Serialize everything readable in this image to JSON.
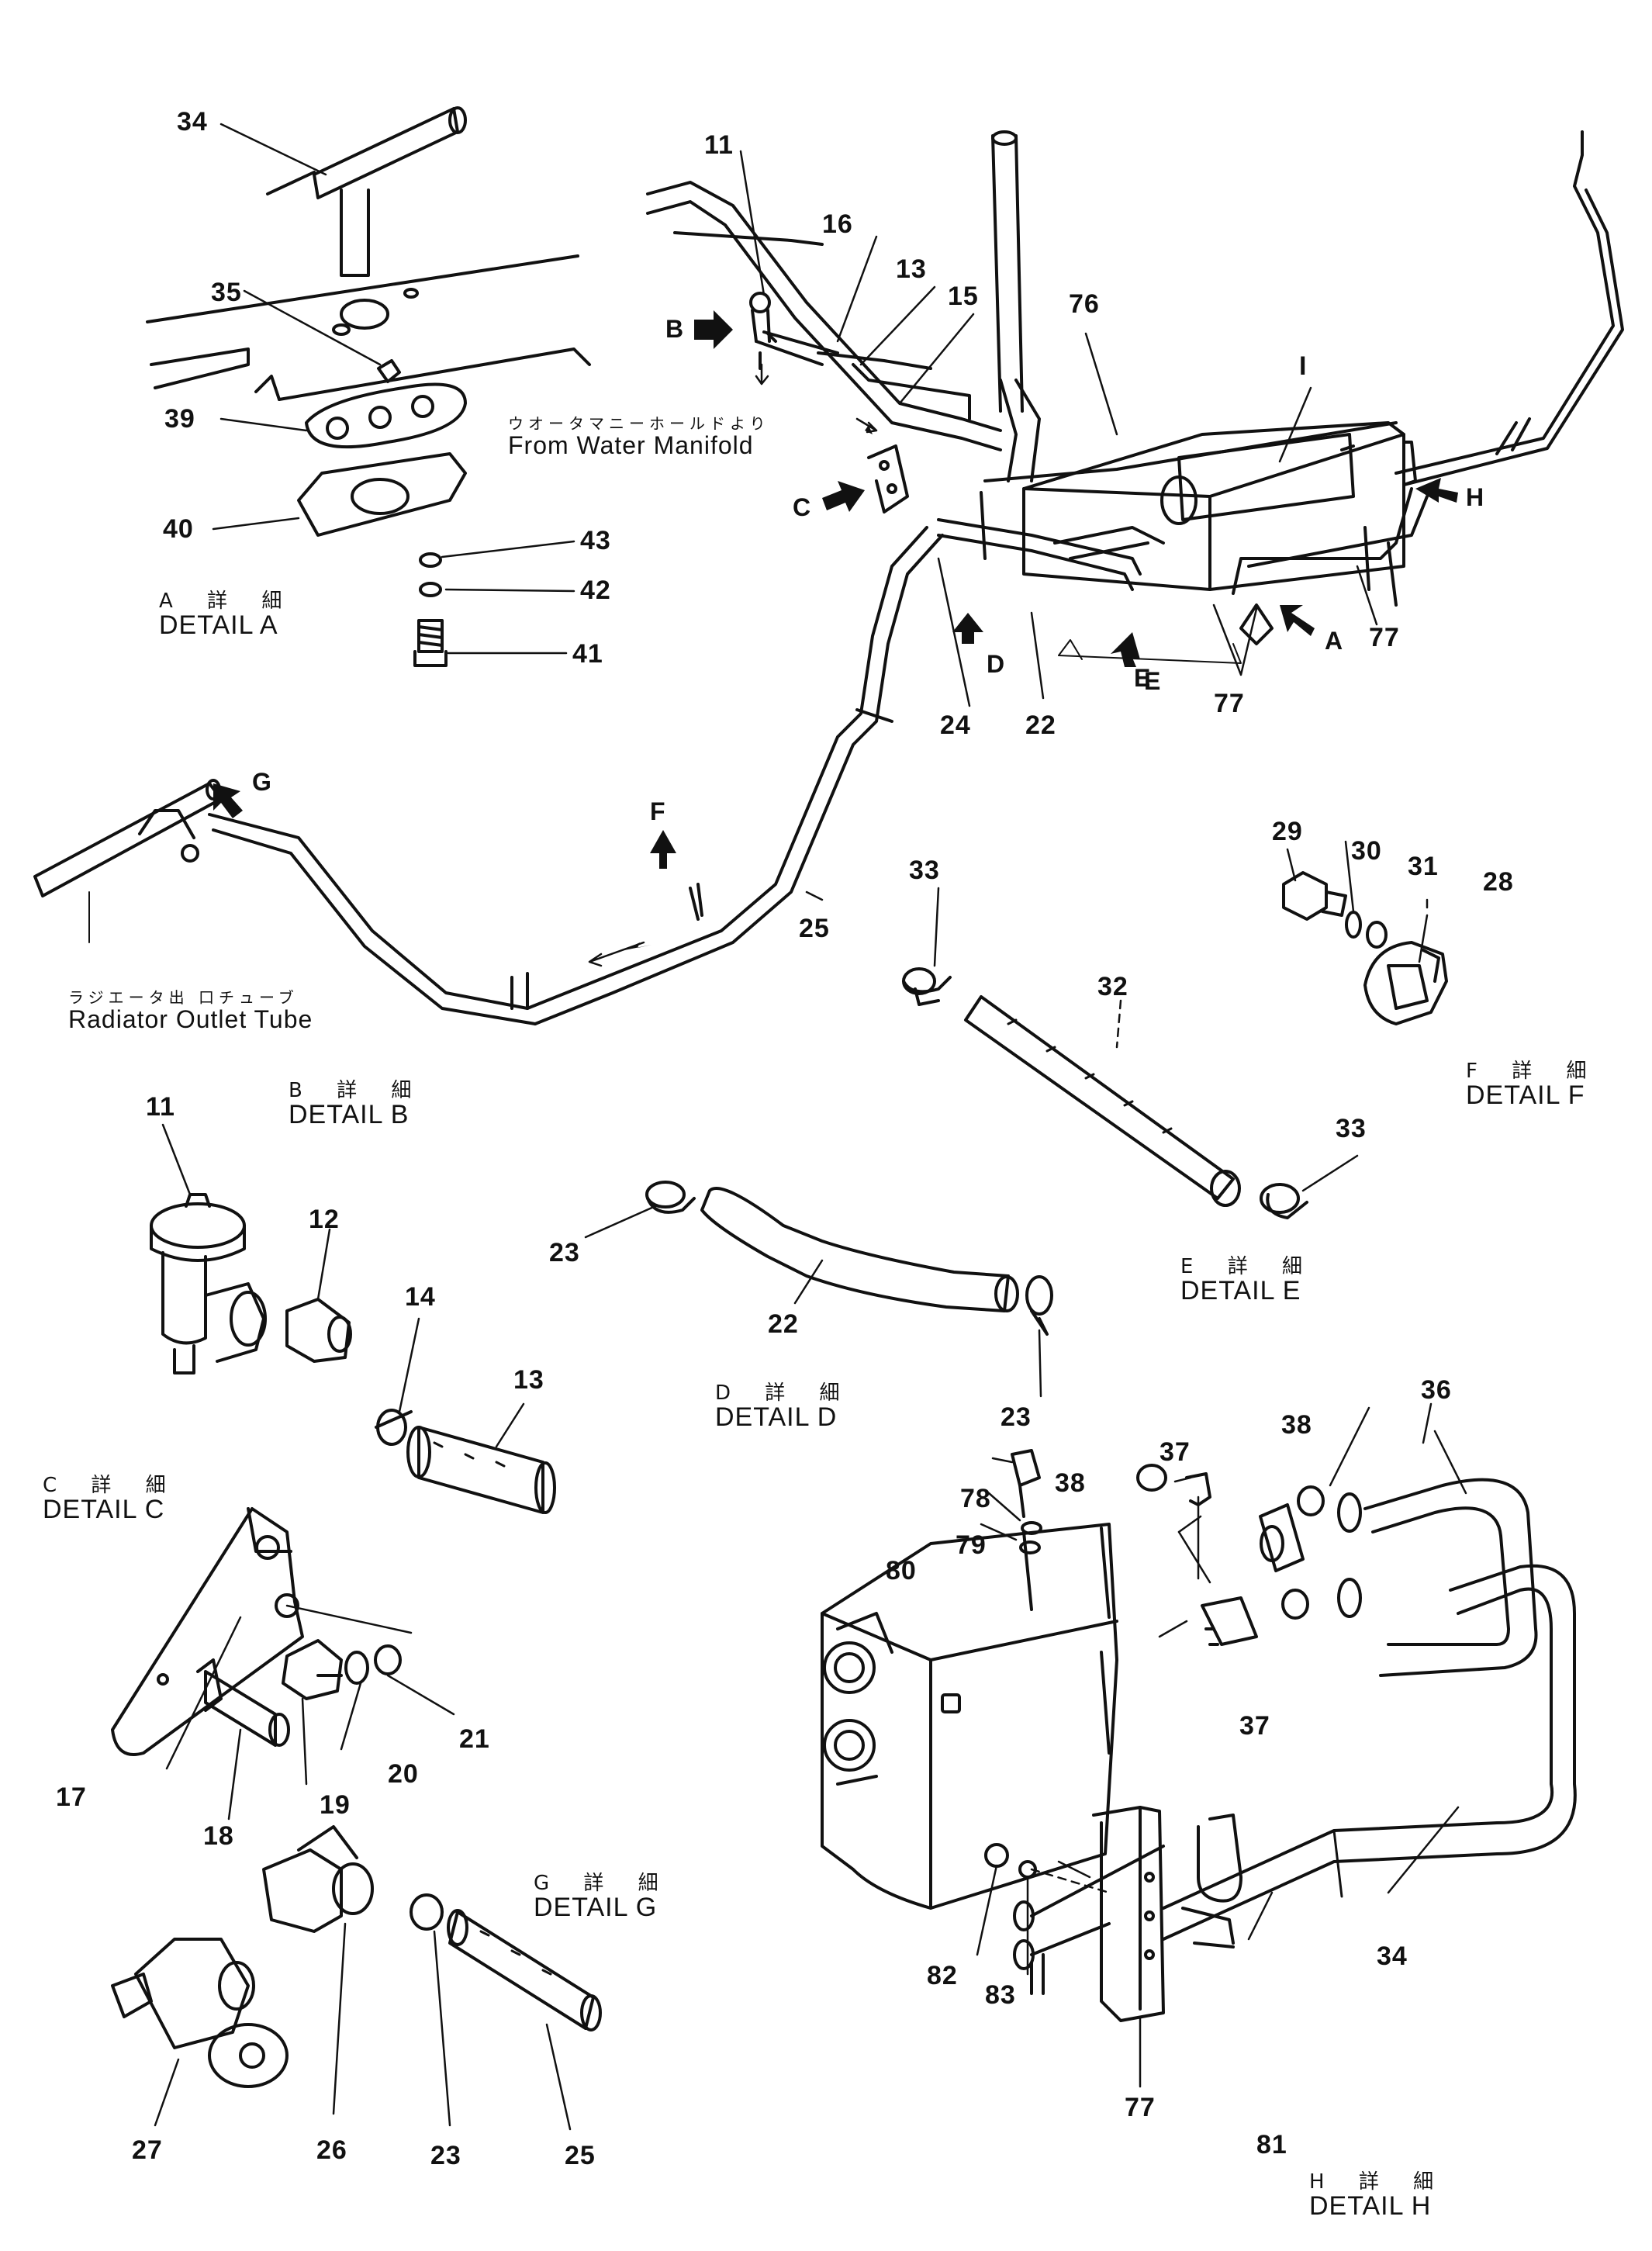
{
  "diagram": {
    "part_numbers": {
      "n34a": "34",
      "n35": "35",
      "n39": "39",
      "n40": "40",
      "n43": "43",
      "n42": "42",
      "n41": "41",
      "n11a": "11",
      "n16": "16",
      "n13a": "13",
      "n15": "15",
      "n76": "76",
      "n1": "I",
      "n77a": "77",
      "n77b": "77",
      "n24": "24",
      "n22a": "22",
      "n25": "25",
      "n29": "29",
      "n30": "30",
      "n31": "31",
      "n28": "28",
      "n33a": "33",
      "n32": "32",
      "n33b": "33",
      "n11b": "11",
      "n12": "12",
      "n14": "14",
      "n13b": "13",
      "n23a": "23",
      "n22b": "22",
      "n23b": "23",
      "n36": "36",
      "n38a": "38",
      "n37a": "37",
      "n38b": "38",
      "n37b": "37",
      "n78": "78",
      "n79": "79",
      "n80": "80",
      "n17": "17",
      "n18": "18",
      "n19": "19",
      "n20": "20",
      "n21": "21",
      "n82": "82",
      "n83": "83",
      "n77c": "77",
      "n34b": "34",
      "n81": "81",
      "n27": "27",
      "n26": "26",
      "n23c": "23",
      "n25b": "25"
    },
    "view_letters": {
      "b": "B",
      "c": "C",
      "d": "D",
      "e": "E",
      "e2": "E",
      "a": "A",
      "h": "H",
      "g": "G",
      "f": "F"
    },
    "callouts": {
      "water_manifold_jp": "ウオータマニーホールドより",
      "water_manifold_en": "From Water Manifold",
      "radiator_jp": "ラジエータ出 口チューブ",
      "radiator_en": "Radiator Outlet Tube"
    },
    "details": {
      "a": {
        "jp": "A 詳 細",
        "en": "DETAIL A"
      },
      "b": {
        "jp": "B 詳 細",
        "en": "DETAIL B"
      },
      "c": {
        "jp": "C 詳 細",
        "en": "DETAIL C"
      },
      "d": {
        "jp": "D 詳 細",
        "en": "DETAIL D"
      },
      "e": {
        "jp": "E 詳 細",
        "en": "DETAIL E"
      },
      "f": {
        "jp": "F 詳 細",
        "en": "DETAIL F"
      },
      "g": {
        "jp": "G 詳 細",
        "en": "DETAIL G"
      },
      "h": {
        "jp": "H 詳 細",
        "en": "DETAIL H"
      }
    }
  }
}
